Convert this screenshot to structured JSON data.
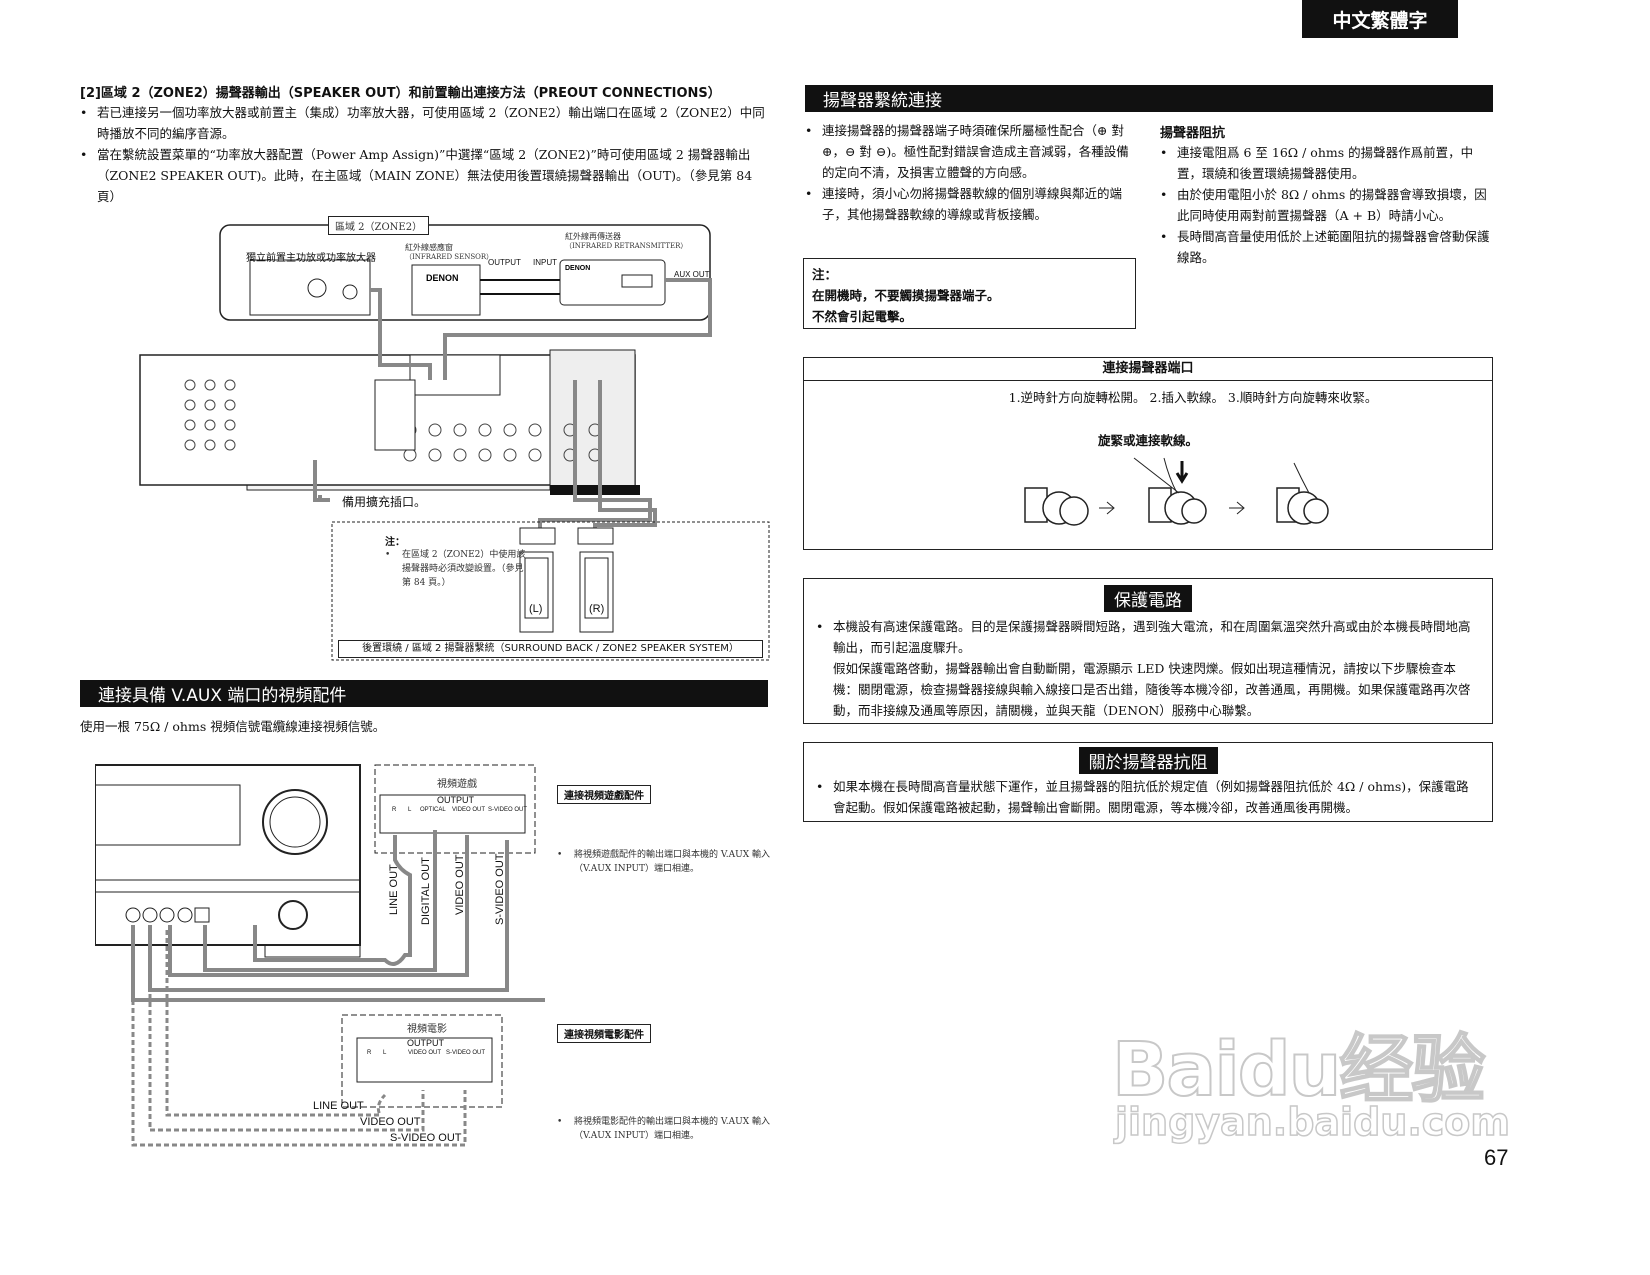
{
  "header": {
    "language_tab": "中文繁體字"
  },
  "left": {
    "zone2_section": {
      "heading": "[2]區域 2（ZONE2）揚聲器輸出（SPEAKER OUT）和前置輸出連接方法（PREOUT CONNECTIONS）",
      "bullets": [
        "若已連接另一個功率放大器或前置主（集成）功率放大器，可使用區域 2（ZONE2）輸出端口在區域 2（ZONE2）中同時播放不同的編序音源。",
        "當在繫統設置菜單的“功率放大器配置（Power Amp Assign)”中選擇“區域 2（ZONE2)”時可使用區域 2 揚聲器輸出（ZONE2 SPEAKER OUT)。此時，在主區域（MAIN ZONE）無法使用後置環繞揚聲器輸出（OUT)。（參見第 84 頁）"
      ]
    },
    "diagram1": {
      "zone2_label": "區域 2（ZONE2）",
      "amp_label": "獨立前置主功放或功率放大器",
      "ir_sensor_label": "紅外線感應窗",
      "ir_sensor_en": "（INFRARED SENSOR）",
      "ir_retrans_label": "紅外線再傳送器",
      "ir_retrans_en": "（INFRARED RETRANSMITTER）",
      "output": "OUTPUT",
      "input": "INPUT",
      "aux_out": "AUX OUT",
      "brand": "DENON",
      "expansion_label": "備用擴充插口。",
      "note_title": "注：",
      "note_text": "在區域 2（ZONE2）中使用該揚聲器時必須改變設置。（參見第 84 頁。）",
      "speaker_l": "(L)",
      "speaker_r": "(R)",
      "caption": "後置環繞 / 區域 2 揚聲器繫統（SURROUND BACK / ZONE2 SPEAKER SYSTEM）"
    },
    "vaux_section": {
      "title": "連接具備 V.AUX 端口的視頻配件",
      "intro": "使用一根 75Ω / ohms 視頻信號電纜線連接視頻信號。"
    },
    "diagram2": {
      "game_label": "視頻遊戲",
      "movie_label": "視頻電影",
      "output": "OUTPUT",
      "r": "R",
      "l": "L",
      "optical": "OPTICAL",
      "video_out": "VIDEO OUT",
      "s_video_out": "S-VIDEO OUT",
      "cable_line_out": "LINE OUT",
      "cable_digital_out": "DIGITAL OUT",
      "cable_video_out": "VIDEO OUT",
      "cable_s_video_out": "S-VIDEO OUT",
      "game_note_title": "連接視頻遊戲配件",
      "game_note_text": "將視頻遊戲配件的輸出端口與本機的 V.AUX 輸入（V.AUX INPUT）端口相連。",
      "movie_note_title": "連接視頻電影配件",
      "movie_note_text": "將視頻電影配件的輸出端口與本機的 V.AUX 輸入（V.AUX INPUT）端口相連。"
    }
  },
  "right": {
    "speaker_system": {
      "title": "揚聲器繫統連接",
      "bullets": [
        "連接揚聲器的揚聲器端子時須確保所屬極性配合（⊕ 對 ⊕，⊖ 對 ⊖)。極性配對錯誤會造成主音減弱，各種設備的定向不清，及損害立體聲的方向感。",
        "連接時，須小心勿將揚聲器軟線的個別導線與鄰近的端子，其他揚聲器軟線的導線或背板接觸。"
      ],
      "note_title": "注：",
      "note_lines": [
        "在開機時，不要觸摸揚聲器端子。",
        "不然會引起電擊。"
      ],
      "impedance_title": "揚聲器阻抗",
      "impedance_bullets": [
        "連接電阻爲 6 至 16Ω / ohms 的揚聲器作爲前置，中置，環繞和後置環繞揚聲器使用。",
        "由於使用電阻小於 8Ω / ohms 的揚聲器會導致損壞，因此同時使用兩對前置揚聲器（A + B）時請小心。",
        "長時間高音量使用低於上述範圍阻抗的揚聲器會啓動保護線路。"
      ]
    },
    "terminal": {
      "title": "連接揚聲器端口",
      "steps": "1.逆時針方向旋轉松開。 2.插入軟線。 3.順時針方向旋轉來收緊。",
      "caption": "旋緊或連接軟線。"
    },
    "protection": {
      "title": "保護電路",
      "p1": "本機設有高速保護電路。目的是保護揚聲器瞬間短路，遇到強大電流，和在周圍氣溫突然升高或由於本機長時間地高輸出，而引起溫度驟升。",
      "p2": "假如保護電路啓動，揚聲器輸出會自動斷開，電源顯示 LED 快速閃爍。假如出現這種情況，請按以下步驟檢查本機：關閉電源，檢查揚聲器接線與輸入線接口是否出錯，隨後等本機冷卻，改善通風，再開機。如果保護電路再次啓動，而非接線及通風等原因，請關機，並與天龍（DENON）服務中心聯繫。"
    },
    "impedance_note": {
      "title": "關於揚聲器抗阻",
      "text": "如果本機在長時間高音量狀態下運作，並且揚聲器的阻抗低於規定值（例如揚聲器阻抗低於 4Ω / ohms)，保護電路會起動。假如保護電路被起動，揚聲輸出會斷開。關閉電源，等本機冷卻，改善通風後再開機。"
    }
  },
  "watermark": {
    "text": "Baidu经验",
    "url_text": "jingyan.baidu.com"
  },
  "footer": {
    "page_number": "67"
  }
}
